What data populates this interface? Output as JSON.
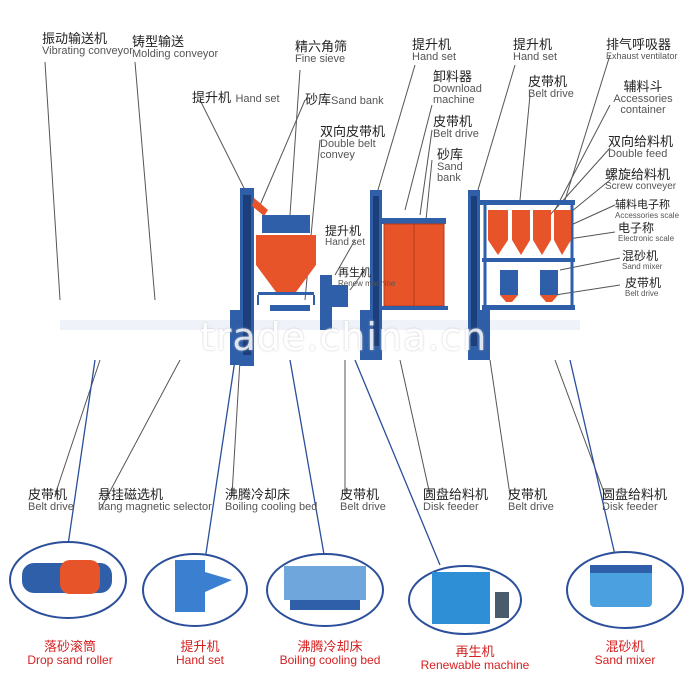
{
  "top_labels": [
    {
      "cn": "振动输送机",
      "en": "Vibrating conveyor"
    },
    {
      "cn": "铸型输送",
      "en": "Molding conveyor"
    },
    {
      "cn": "精六角筛",
      "en": "Fine sieve"
    },
    {
      "cn": "提升机",
      "en": "Hand set"
    },
    {
      "cn": "提升机",
      "en": "Hand set"
    },
    {
      "cn": "排气呼吸器",
      "en": "Exhaust ventilator"
    },
    {
      "cn": "提升机",
      "en": "Hand set"
    },
    {
      "cn": "砂库",
      "en": "Sand bank"
    },
    {
      "cn": "卸料器",
      "en": "Download machine"
    },
    {
      "cn": "皮带机",
      "en": "Belt drive"
    },
    {
      "cn": "辅料斗",
      "en": "Accessories container"
    },
    {
      "cn": "双向皮带机",
      "en": "Double belt convey"
    },
    {
      "cn": "皮带机",
      "en": "Belt drive"
    },
    {
      "cn": "砂库",
      "en": "Sand bank"
    },
    {
      "cn": "双向给料机",
      "en": "Double feed"
    },
    {
      "cn": "螺旋给料机",
      "en": "Screw conveyer"
    },
    {
      "cn": "辅料电子称",
      "en": "Accessories scale"
    },
    {
      "cn": "电子称",
      "en": "Electronic scale"
    },
    {
      "cn": "提升机",
      "en": "Hand set"
    },
    {
      "cn": "再生机",
      "en": "Renew machine"
    },
    {
      "cn": "混砂机",
      "en": "Sand mixer"
    },
    {
      "cn": "皮带机",
      "en": "Belt drive"
    }
  ],
  "bottom_labels": [
    {
      "cn": "皮带机",
      "en": "Belt drive"
    },
    {
      "cn": "悬挂磁选机",
      "en": "hang magnetic selector"
    },
    {
      "cn": "沸腾冷却床",
      "en": "Boiling cooling bed"
    },
    {
      "cn": "皮带机",
      "en": "Belt drive"
    },
    {
      "cn": "圆盘给料机",
      "en": "Disk feeder"
    },
    {
      "cn": "皮带机",
      "en": "Belt drive"
    },
    {
      "cn": "圆盘给料机",
      "en": "Disk feeder"
    }
  ],
  "captions": [
    {
      "cn": "落砂滚筒",
      "en": "Drop sand roller"
    },
    {
      "cn": "提升机",
      "en": "Hand set"
    },
    {
      "cn": "沸腾冷却床",
      "en": "Boiling cooling bed"
    },
    {
      "cn": "再生机",
      "en": "Renewable machine"
    },
    {
      "cn": "混砂机",
      "en": "Sand mixer"
    }
  ],
  "watermark": "trade.china.cn",
  "colors": {
    "equipment": "#e8542a",
    "steel": "#2f5fa8",
    "caption": "#d42020",
    "leader": "#2b4f9a"
  }
}
